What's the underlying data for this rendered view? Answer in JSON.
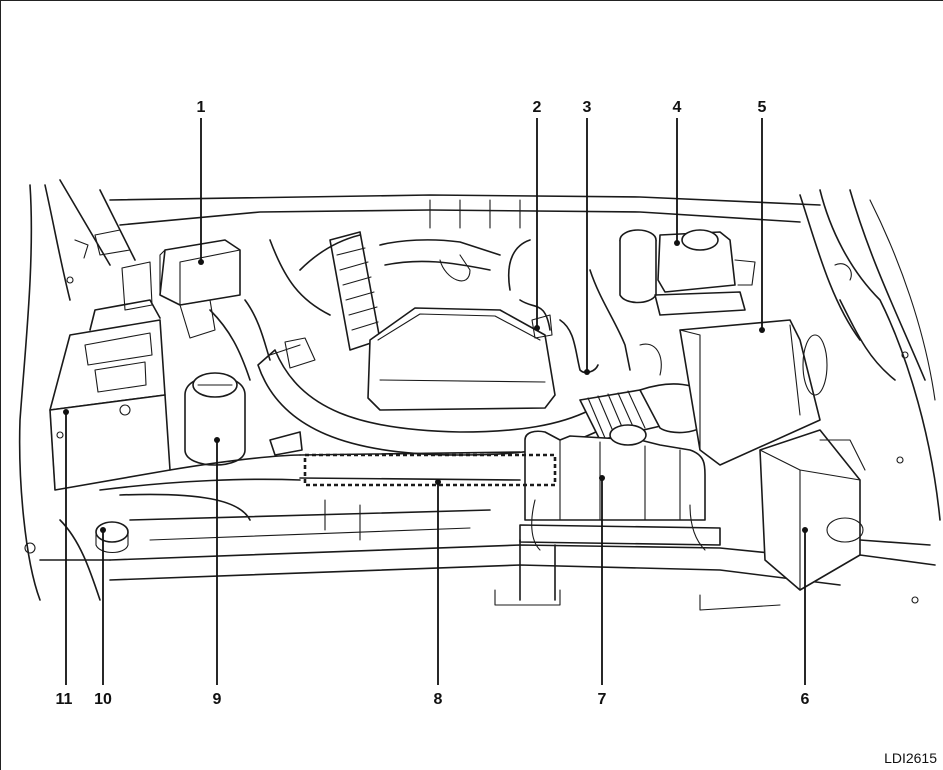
{
  "figure": {
    "id_label": "LDI2615"
  },
  "callouts": [
    {
      "number": "1"
    },
    {
      "number": "2"
    },
    {
      "number": "3"
    },
    {
      "number": "4"
    },
    {
      "number": "5"
    },
    {
      "number": "6"
    },
    {
      "number": "7"
    },
    {
      "number": "8"
    },
    {
      "number": "9"
    },
    {
      "number": "10"
    },
    {
      "number": "11"
    }
  ]
}
